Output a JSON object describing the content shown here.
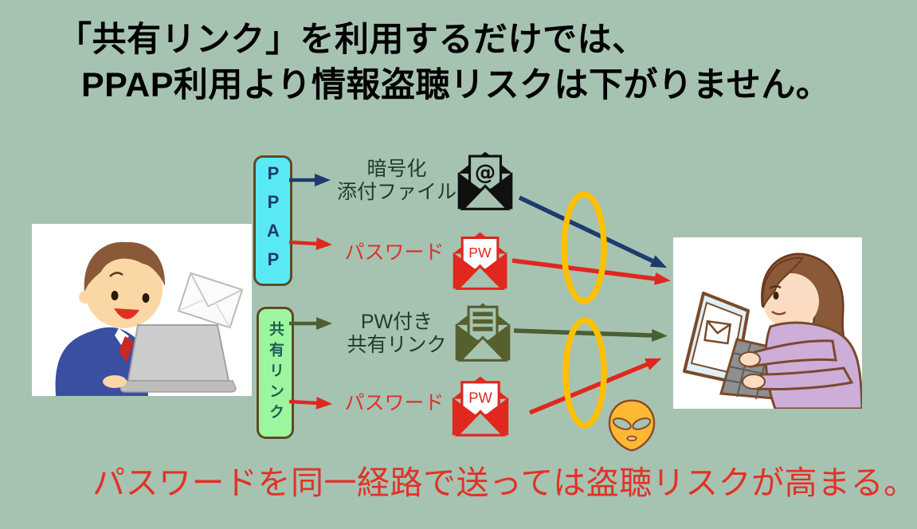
{
  "title": {
    "line1": "「共有リンク」を利用するだけでは、",
    "line2": "PPAP利用より情報盗聴リスクは下がりません。"
  },
  "methods": {
    "ppap": {
      "label": "PPAP"
    },
    "shared_link": {
      "label": "共有リンク"
    }
  },
  "flows": [
    {
      "id": "encrypted-attachment",
      "line1": "暗号化",
      "line2": "添付ファイル",
      "envelope": "black-envelope-at"
    },
    {
      "id": "ppap-password",
      "line1": "パスワード",
      "envelope": "red-envelope-pw"
    },
    {
      "id": "pw-shared-link",
      "line1": "PW付き",
      "line2": "共有リンク",
      "envelope": "olive-envelope-document"
    },
    {
      "id": "shared-link-password",
      "line1": "パスワード",
      "envelope": "red-envelope-pw"
    }
  ],
  "envelope_content": {
    "at": "@",
    "pw": "PW"
  },
  "footer": {
    "text": "パスワードを同一経路で送っては盗聴リスクが高まる。"
  },
  "colors": {
    "background": "#a6c3b2",
    "navy_arrow": "#1e3a6e",
    "red_arrow": "#e0281e",
    "olive_arrow": "#4c5f33",
    "eavesdrop_ring": "#ffc000",
    "ppap_box": "#58e9f5",
    "shared_link_box": "#9cf6a0",
    "footer_text": "#e23226",
    "alien": "#ffb833"
  }
}
